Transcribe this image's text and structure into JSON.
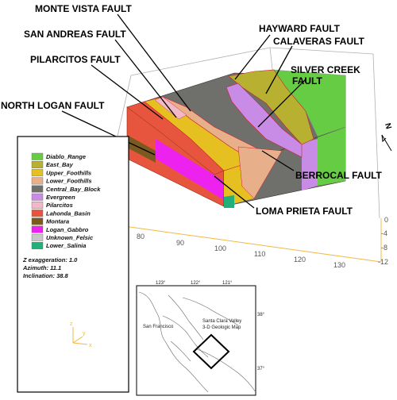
{
  "faults": [
    {
      "id": "monte-vista",
      "label": "MONTE VISTA FAULT"
    },
    {
      "id": "san-andreas",
      "label": "SAN ANDREAS FAULT"
    },
    {
      "id": "pilarcitos",
      "label": "PILARCITOS FAULT"
    },
    {
      "id": "north-logan",
      "label": "NORTH LOGAN FAULT"
    },
    {
      "id": "hayward",
      "label": "HAYWARD FAULT"
    },
    {
      "id": "calaveras",
      "label": "CALAVERAS FAULT"
    },
    {
      "id": "silver-creek",
      "label": "SILVER CREEK",
      "label2": "FAULT"
    },
    {
      "id": "berrocal",
      "label": "BERROCAL FAULT"
    },
    {
      "id": "loma-prieta",
      "label": "LOMA PRIETA FAULT"
    }
  ],
  "legend": {
    "items": [
      {
        "label": "Diablo_Range",
        "color": "#66cc44"
      },
      {
        "label": "East_Bay",
        "color": "#b8b030"
      },
      {
        "label": "Upper_Foothills",
        "color": "#e6c020"
      },
      {
        "label": "Lower_Foothills",
        "color": "#e8b08a"
      },
      {
        "label": "Central_Bay_Block",
        "color": "#6f706c"
      },
      {
        "label": "Evergreen",
        "color": "#c98ce6"
      },
      {
        "label": "Pilarcitos",
        "color": "#f2b8c8"
      },
      {
        "label": "Lahonda_Basin",
        "color": "#e8553e"
      },
      {
        "label": "Montara",
        "color": "#7a5a1e"
      },
      {
        "label": "Logan_Gabbro",
        "color": "#ee22ee"
      },
      {
        "label": "Unknown_Felsic",
        "color": "#c8c8c8"
      },
      {
        "label": "Lower_Salinia",
        "color": "#22b07a"
      }
    ],
    "z_exaggeration": "Z exaggeration:  1.0",
    "azimuth": "Azimuth:           11.1",
    "inclination": "Inclination:       38.8"
  },
  "axes": {
    "x_ticks": [
      "80",
      "90",
      "100",
      "110",
      "120",
      "130"
    ],
    "z_ticks": [
      "0",
      "-4",
      "-8",
      "-12"
    ],
    "compass": "N",
    "triad": {
      "z": "z",
      "y": "y",
      "x": "x"
    }
  },
  "inset_map": {
    "lon_labels": [
      "123°",
      "122°",
      "121°"
    ],
    "lat_labels": [
      "38°",
      "37°"
    ],
    "city": "San Francisco",
    "map_title_1": "Santa Clara Valley",
    "map_title_2": "3-D Geologic Map"
  }
}
